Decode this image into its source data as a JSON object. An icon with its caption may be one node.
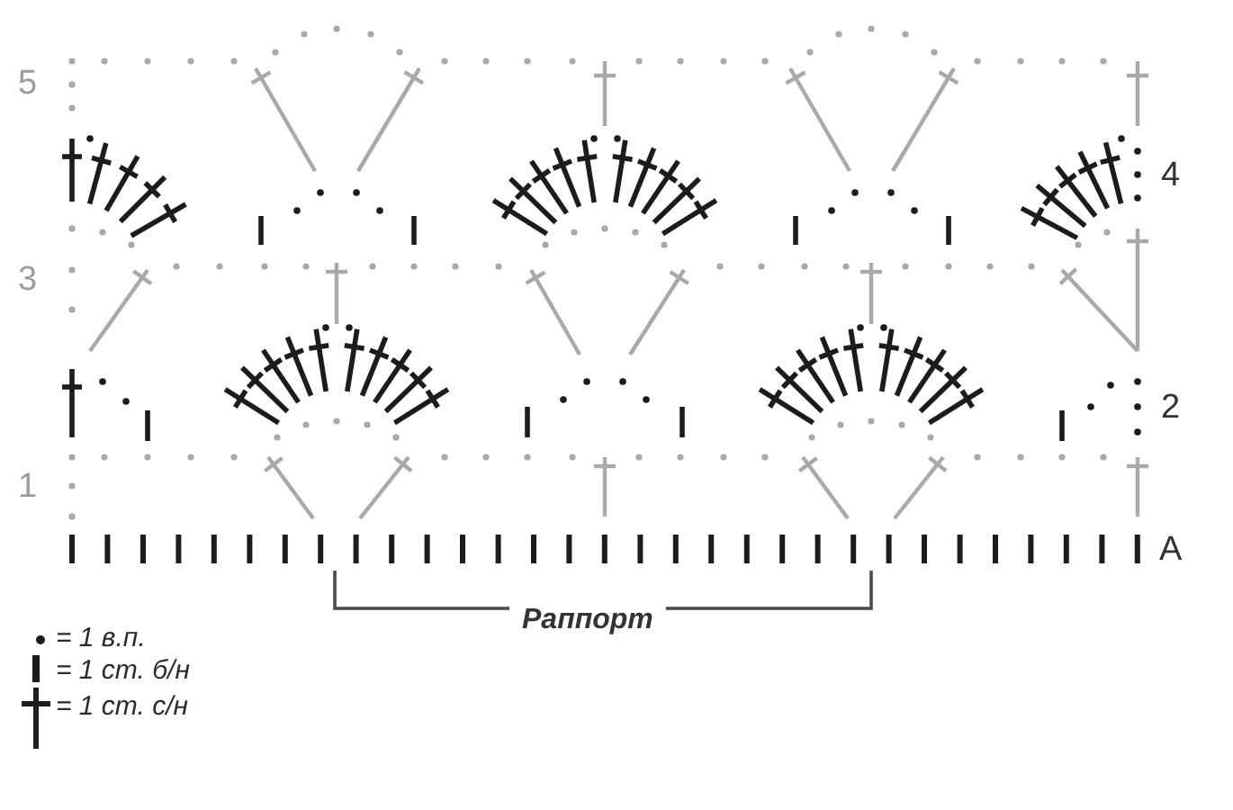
{
  "diagram": {
    "labels": [
      "5",
      "4",
      "3",
      "2",
      "1",
      "A",
      "Раппорт"
    ],
    "legend": [
      {
        "text": "= 1 в.п."
      },
      {
        "text": "= 1 ст. б/н"
      },
      {
        "text": "= 1 ст. с/н"
      }
    ]
  }
}
